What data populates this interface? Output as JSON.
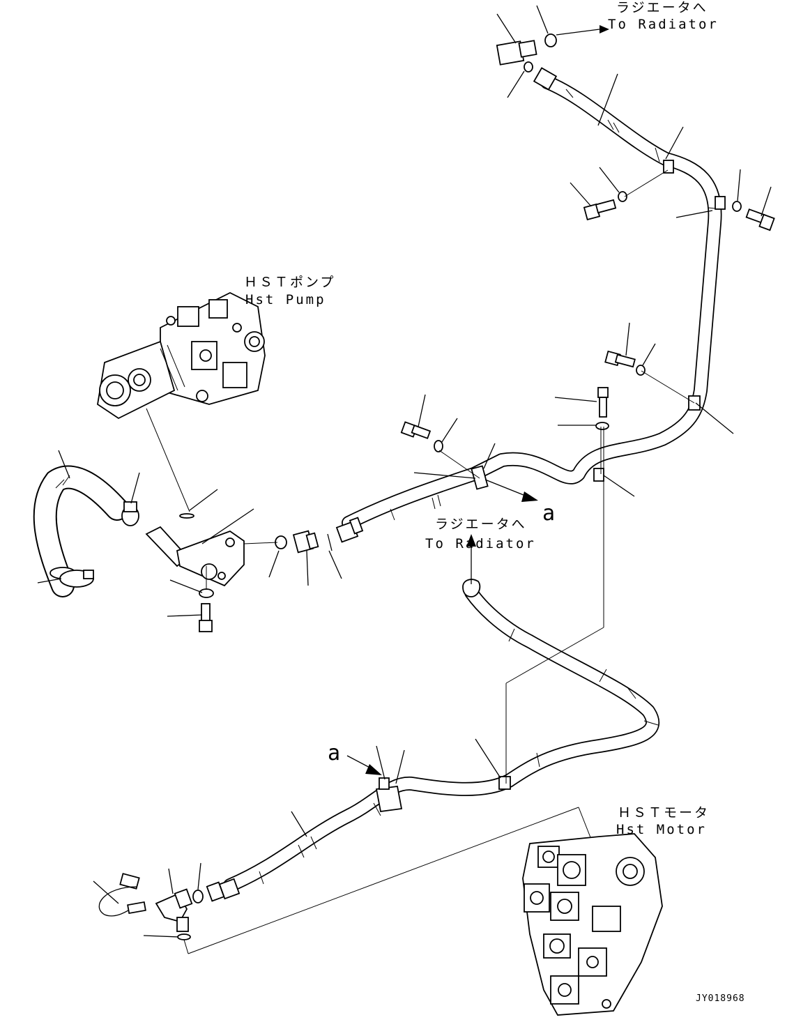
{
  "labels": {
    "to_radiator_top_jp": "ラジエータへ",
    "to_radiator_top_en": "To Radiator",
    "hst_pump_jp": "ＨＳＴポンプ",
    "hst_pump_en": "Hst Pump",
    "to_radiator_mid_jp": "ラジエータへ",
    "to_radiator_mid_en": "To Radiator",
    "hst_motor_jp": "ＨＳＴモータ",
    "hst_motor_en": "Hst Motor",
    "ref_a_right": "a",
    "ref_a_left": "a",
    "drawing_number": "JY018968"
  }
}
